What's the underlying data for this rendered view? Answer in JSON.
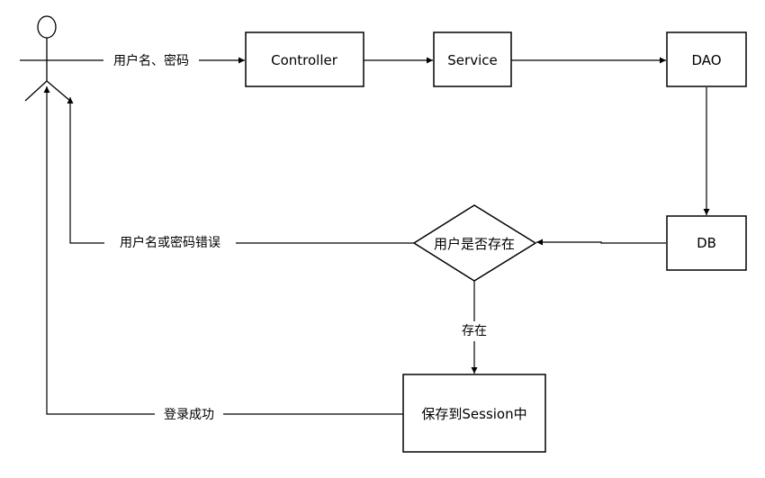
{
  "diagram": {
    "nodes": {
      "controller": "Controller",
      "service": "Service",
      "dao": "DAO",
      "db": "DB",
      "decision": "用户是否存在",
      "save_session": "保存到Session中"
    },
    "edges": {
      "login_input": "用户名、密码",
      "error": "用户名或密码错误",
      "exists": "存在",
      "success": "登录成功"
    }
  }
}
